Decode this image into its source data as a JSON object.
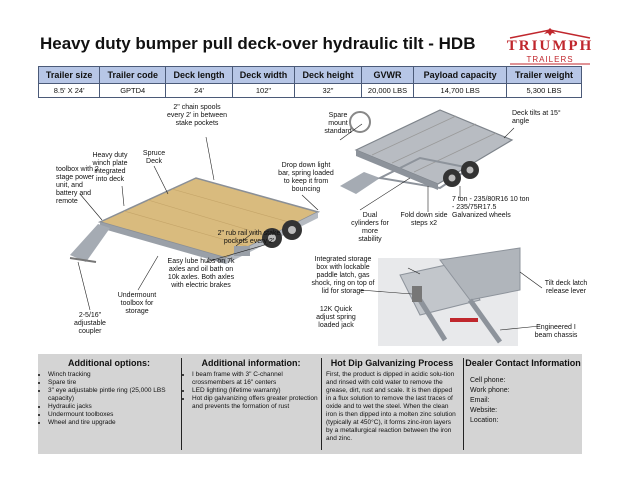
{
  "title": "Heavy duty bumper pull deck-over hydraulic tilt - HDB",
  "logo": {
    "name": "TRIUMPH",
    "sub": "TRAILERS"
  },
  "specs": {
    "headers": [
      "Trailer size",
      "Trailer code",
      "Deck length",
      "Deck width",
      "Deck height",
      "GVWR",
      "Payload capacity",
      "Trailer weight"
    ],
    "values": [
      "8.5' X 24'",
      "GPTD4",
      "24'",
      "102\"",
      "32\"",
      "20,000 LBS",
      "14,700 LBS",
      "5,300 LBS"
    ]
  },
  "callouts": {
    "chain_spools": "2\" chain spools every 2' in between stake pockets",
    "spruce_deck": "Spruce Deck",
    "winch_plate": "Heavy duty winch plate integrated into deck",
    "toolbox": "toolbox with 2 stage power unit, and battery and remote",
    "drop_down_light": "Drop down light bar, spring loaded to keep it from bouncing",
    "rub_rail": "2\" rub rail with stake pockets every 2'",
    "lube_hubs": "Easy lube hubs on 7k axles and oil bath on 10k axles. Both axles with electric brakes",
    "undermount_toolbox": "Undermount toolbox for storage",
    "coupler": "2-5/16\" adjustable coupler",
    "spare_mount": "Spare mount standard",
    "deck_tilt": "Deck tilts at 15° angle",
    "dual_cylinders": "Dual cylinders for more stability",
    "side_steps": "Fold down side steps x2",
    "tires": "7 ton - 235/80R16 10 ton - 235/75R17.5 Galvanized wheels",
    "storage_box": "Integrated storage box with lockable paddle latch, gas shock, ring on top of lid for storage",
    "jack": "12K Quick adjust spring loaded jack",
    "latch_release": "Tilt deck latch release lever",
    "i_beam": "Engineered I beam chassis"
  },
  "options": {
    "title": "Additional options:",
    "items": [
      "Winch tracking",
      "Spare tire",
      "3\" eye adjustable pintle ring (25,000 LBS capacity)",
      "Hydraulic jacks",
      "Undermount toolboxes",
      "Wheel and tire upgrade"
    ]
  },
  "info": {
    "title": "Additional information:",
    "items": [
      "I beam frame with 3\" C-channel crossmembers at 16\" centers",
      "LED lighting (lifetime warranty)",
      "Hot dip galvanizing offers greater protection and prevents the formation of rust"
    ]
  },
  "galv": {
    "title": "Hot Dip Galvanizing Process",
    "text": "First, the product is dipped in acidic solu-tion and rinsed with cold water to remove the grease, dirt, rust and scale. It is then dipped in a flux solution to remove the last traces of oxide and to wet the steel. When the clean iron is then dipped into a molten zinc solution (typically at 450°C), it forms zinc-iron layers by a metallurgical reaction between the iron and zinc."
  },
  "dealer": {
    "title": "Dealer Contact Information",
    "fields": [
      "Cell phone:",
      "Work phone:",
      "Email:",
      "Website:",
      "Location:"
    ]
  }
}
